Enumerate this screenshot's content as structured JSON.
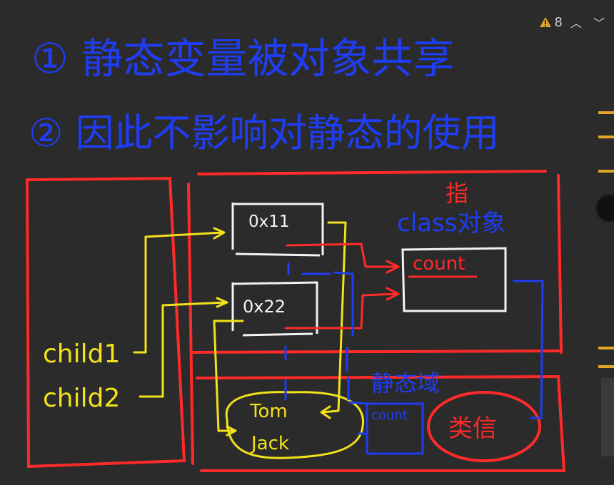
{
  "toolbar": {
    "warning_count": "8",
    "warning_icon": "warning-triangle-icon",
    "up_icon": "chevron-up-icon",
    "down_icon": "chevron-down-icon",
    "up_glyph": "︿",
    "down_glyph": "﹀"
  },
  "notes": {
    "line1": "① 静态变量被对象共享",
    "line2": "② 因此不影响对静态的使用"
  },
  "diagram": {
    "child_labels": [
      "child1",
      "child2"
    ],
    "object_labels": [
      "0x11",
      "0x22"
    ],
    "class_label_cn": "指",
    "class_object_label": "class对象",
    "count_label": "count",
    "static_area_label": "静态域",
    "count_small_label": "count",
    "name_values": [
      "Tom",
      "Jack"
    ],
    "circle_label": "类信"
  },
  "colors": {
    "background": "#2b2b2b",
    "blue": "#1f3df2",
    "red": "#ff2a2a",
    "yellow": "#f2e21a",
    "warning": "#e2a528"
  }
}
